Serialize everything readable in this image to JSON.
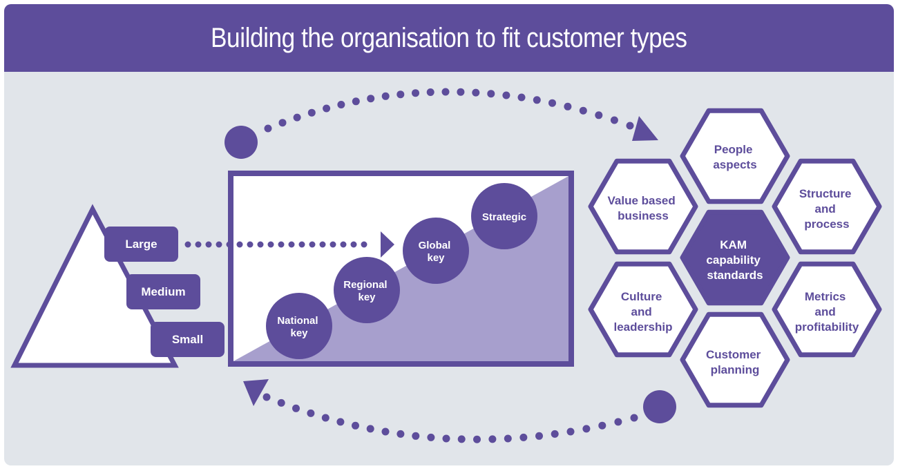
{
  "title": "Building the organisation to fit customer types",
  "colors": {
    "primary": "#5d4d9b",
    "light_fill": "#a79fcd",
    "background": "#e1e5ea",
    "white": "#ffffff"
  },
  "pyramid": {
    "tiers": [
      "Large",
      "Medium",
      "Small"
    ]
  },
  "progression": {
    "stages": [
      {
        "lines": [
          "National",
          "key"
        ]
      },
      {
        "lines": [
          "Regional",
          "key"
        ]
      },
      {
        "lines": [
          "Global",
          "key"
        ]
      },
      {
        "lines": [
          "Strategic"
        ]
      }
    ]
  },
  "capabilities": {
    "center": {
      "lines": [
        "KAM",
        "capability",
        "standards"
      ]
    },
    "items": [
      {
        "lines": [
          "People",
          "aspects"
        ]
      },
      {
        "lines": [
          "Structure",
          "and",
          "process"
        ]
      },
      {
        "lines": [
          "Metrics",
          "and",
          "profitability"
        ]
      },
      {
        "lines": [
          "Customer",
          "planning"
        ]
      },
      {
        "lines": [
          "Culture",
          "and",
          "leadership"
        ]
      },
      {
        "lines": [
          "Value based",
          "business"
        ]
      }
    ]
  },
  "icons": [
    "dotted-arrow-icon",
    "arrowhead-icon"
  ]
}
